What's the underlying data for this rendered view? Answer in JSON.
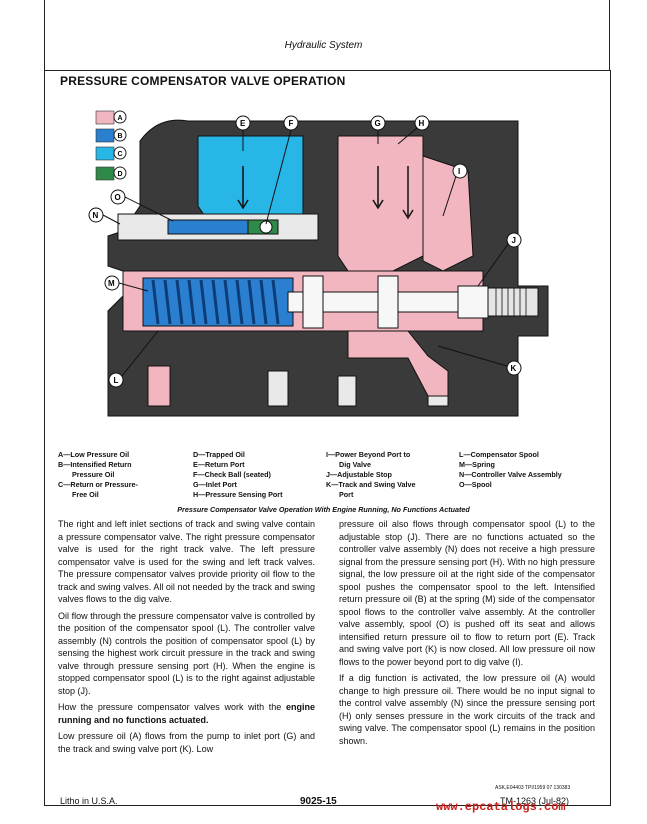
{
  "header": {
    "section": "Hydraulic System"
  },
  "section_title": "PRESSURE COMPENSATOR VALVE OPERATION",
  "color_key": [
    {
      "letter": "A",
      "color": "#f2b6c1"
    },
    {
      "letter": "B",
      "color": "#2a7fd0"
    },
    {
      "letter": "C",
      "color": "#27b6e6"
    },
    {
      "letter": "D",
      "color": "#2f8a4a"
    }
  ],
  "callouts": {
    "E": "E",
    "F": "F",
    "G": "G",
    "H": "H",
    "I": "I",
    "J": "J",
    "K": "K",
    "L": "L",
    "M": "M",
    "N": "N",
    "O": "O"
  },
  "legend": {
    "col1": [
      "A—Low Pressure Oil",
      "B—Intensified Return",
      "Pressure Oil",
      "C—Return or Pressure-",
      "Free Oil"
    ],
    "col2": [
      "D—Trapped Oil",
      "E—Return Port",
      "F—Check Ball (seated)",
      "G—Inlet Port",
      "H—Pressure Sensing Port"
    ],
    "col3": [
      "I—Power Beyond Port to",
      "Dig Valve",
      "J—Adjustable Stop",
      "K—Track and Swing Valve",
      "Port"
    ],
    "col4": [
      "L—Compensator Spool",
      "M—Spring",
      "N—Controller Valve Assembly",
      "O—Spool"
    ]
  },
  "caption": "Pressure Compensator Valve Operation With Engine Running, No Functions Actuated",
  "left_column": {
    "p1": "The right and left inlet sections of track and swing valve contain a pressure compensator valve. The right pressure compensator valve is used for the right track valve. The left pressure compensator valve is used for the swing and left track valves. The pressure compensator valves provide priority oil flow to the track and swing valves. All oil not needed by the track and swing valves flows to the dig valve.",
    "p2": "Oil flow through the pressure compensator valve is controlled by the position of the compensator spool (L). The controller valve assembly (N) controls the position of compensator spool (L) by sensing the highest work circuit pressure in the track and swing valve through pressure sensing port (H). When the engine is stopped compensator spool (L) is to the right against adjustable stop (J).",
    "p3_a": "How the pressure compensator valves work with the ",
    "p3_b": "engine running and no functions actuated.",
    "p4": "Low pressure oil (A) flows from the pump to inlet port (G) and the track and swing valve port (K). Low"
  },
  "right_column": {
    "p1": "pressure oil also flows through compensator spool (L) to the adjustable stop (J). There are no functions actuated so the controller valve assembly (N) does not receive a high pressure signal from the pressure sensing port (H). With no high pressure signal, the low pressure oil at the right side of the compensator spool pushes the compensator spool to the left. Intensified return pressure oil (B) at the spring (M) side of the compensator spool flows to the controller valve assembly. At the controller valve assembly, spool (O) is pushed off its seat and allows intensified return pressure oil to flow to return port (E). Track and swing valve port (K) is now closed. All low pressure oil now flows to the power beyond port to dig valve (I).",
    "p2": "If a dig function is activated, the low pressure oil (A) would change to high pressure oil. There would be no input signal to the control valve assembly (N) since the pressure sensing port (H) only senses pressure in the work circuits of the track and swing valve. The compensator spool (L) remains in the position shown."
  },
  "footer": {
    "left": "Litho in U.S.A.",
    "center": "9025-15",
    "right": "TM-1263 (Jul-82)",
    "code": "ASK,E04403 TPI/1959 07 130383",
    "watermark": "www.epcatalogs.com"
  }
}
